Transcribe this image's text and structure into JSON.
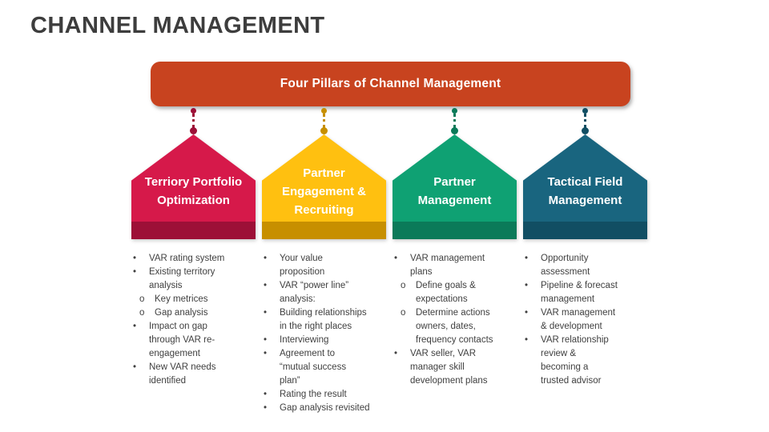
{
  "slide": {
    "title": "CHANNEL MANAGEMENT"
  },
  "banner": {
    "label": "Four Pillars of Channel Management",
    "color": "#c8431f"
  },
  "text_color": "#404040",
  "pillars": [
    {
      "title": "Terriory Portfolio\nOptimization",
      "fill": "#d6194a",
      "strip": "#9d1037",
      "connector": "#9d1037",
      "bullets": [
        {
          "level": 1,
          "text": "VAR rating system"
        },
        {
          "level": 1,
          "text": "Existing territory\nanalysis"
        },
        {
          "level": 2,
          "text": "Key metrices"
        },
        {
          "level": 2,
          "text": "Gap analysis"
        },
        {
          "level": 1,
          "text": "Impact on gap\nthrough VAR re-\nengagement"
        },
        {
          "level": 1,
          "text": "New VAR needs\nidentified"
        }
      ]
    },
    {
      "title": "Partner\nEngagement &\nRecruiting",
      "fill": "#ffc010",
      "strip": "#c78f00",
      "connector": "#c78f00",
      "bullets": [
        {
          "level": 1,
          "text": "Your value\nproposition"
        },
        {
          "level": 1,
          "text": "VAR “power line”\nanalysis:"
        },
        {
          "level": 1,
          "text": "Building relationships\nin the right places"
        },
        {
          "level": 1,
          "text": "Interviewing"
        },
        {
          "level": 1,
          "text": "Agreement to\n“mutual success\nplan”"
        },
        {
          "level": 1,
          "text": "Rating the result"
        },
        {
          "level": 1,
          "text": "Gap analysis revisited"
        }
      ]
    },
    {
      "title": "Partner\nManagement",
      "fill": "#0fa173",
      "strip": "#0b7a59",
      "connector": "#0b7a59",
      "bullets": [
        {
          "level": 1,
          "text": "VAR management\nplans"
        },
        {
          "level": 2,
          "text": "Define goals &\nexpectations"
        },
        {
          "level": 2,
          "text": "Determine actions\nowners, dates,\nfrequency contacts"
        },
        {
          "level": 1,
          "text": "VAR seller, VAR\nmanager skill\ndevelopment plans"
        }
      ]
    },
    {
      "title": "Tactical Field\nManagement",
      "fill": "#19657f",
      "strip": "#114e63",
      "connector": "#114e63",
      "bullets": [
        {
          "level": 1,
          "text": "Opportunity\nassessment"
        },
        {
          "level": 1,
          "text": "Pipeline & forecast\nmanagement"
        },
        {
          "level": 1,
          "text": "VAR management\n& development"
        },
        {
          "level": 1,
          "text": "VAR relationship\nreview &\nbecoming a\ntrusted advisor"
        }
      ]
    }
  ],
  "bullet_markers": {
    "level1": "•",
    "level2": "o"
  }
}
